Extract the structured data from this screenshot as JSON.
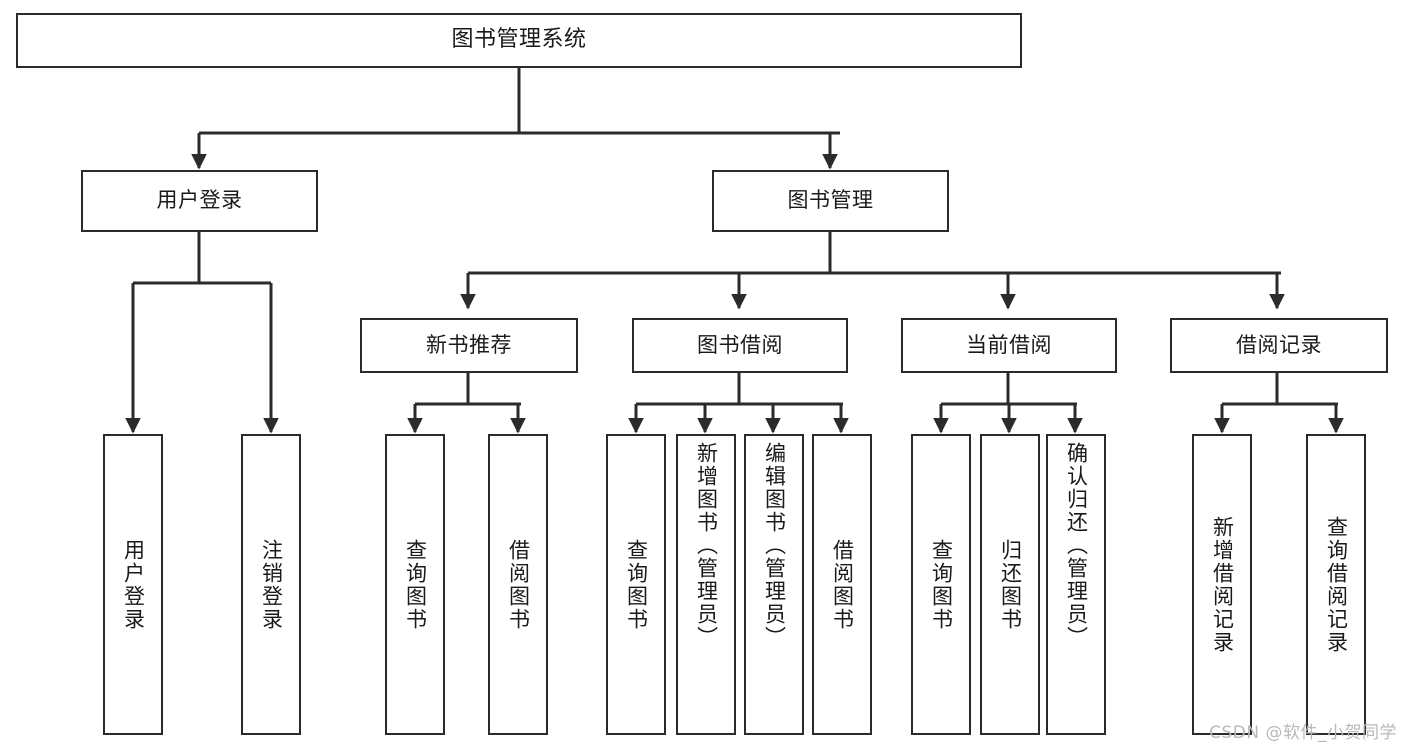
{
  "diagram": {
    "title": "图书管理系统",
    "type": "tree-hierarchy",
    "background_color": "#ffffff",
    "node_border_color": "#2b2b2b",
    "connector_color": "#2b2b2b",
    "watermark": "CSDN @软件_小贺同学",
    "watermark_color": "#b9b9b9"
  },
  "nodes": {
    "root": {
      "label": "图书管理系统"
    },
    "level1": [
      {
        "id": "user-login",
        "label": "用户登录"
      },
      {
        "id": "book-management",
        "label": "图书管理"
      }
    ],
    "level2": [
      {
        "id": "new-book-recommend",
        "label": "新书推荐"
      },
      {
        "id": "book-borrow",
        "label": "图书借阅"
      },
      {
        "id": "current-borrow",
        "label": "当前借阅"
      },
      {
        "id": "borrow-record",
        "label": "借阅记录"
      }
    ],
    "leaves": [
      {
        "id": "leaf-user-login",
        "label": "用户登录",
        "parent": "user-login"
      },
      {
        "id": "leaf-logout",
        "label": "注销登录",
        "parent": "user-login"
      },
      {
        "id": "leaf-query-book-1",
        "label": "查询图书",
        "parent": "new-book-recommend"
      },
      {
        "id": "leaf-borrow-book-1",
        "label": "借阅图书",
        "parent": "new-book-recommend"
      },
      {
        "id": "leaf-query-book-2",
        "label": "查询图书",
        "parent": "book-borrow"
      },
      {
        "id": "leaf-add-book",
        "label": "新增图书（管理员）",
        "parent": "book-borrow"
      },
      {
        "id": "leaf-edit-book",
        "label": "编辑图书（管理员）",
        "parent": "book-borrow"
      },
      {
        "id": "leaf-borrow-book-2",
        "label": "借阅图书",
        "parent": "book-borrow"
      },
      {
        "id": "leaf-query-book-3",
        "label": "查询图书",
        "parent": "current-borrow"
      },
      {
        "id": "leaf-return-book",
        "label": "归还图书",
        "parent": "current-borrow"
      },
      {
        "id": "leaf-confirm-return",
        "label": "确认归还（管理员）",
        "parent": "current-borrow"
      },
      {
        "id": "leaf-add-record",
        "label": "新增借阅记录",
        "parent": "borrow-record"
      },
      {
        "id": "leaf-query-record",
        "label": "查询借阅记录",
        "parent": "borrow-record"
      }
    ]
  }
}
